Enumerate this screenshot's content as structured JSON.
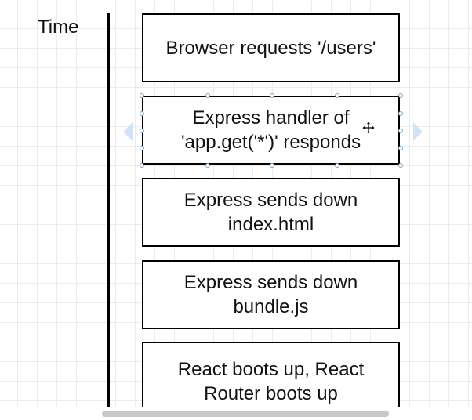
{
  "diagram": {
    "time_label": "Time",
    "steps": [
      {
        "text": "Browser requests '/users'"
      },
      {
        "text": "Express handler of\n'app.get('*')' responds"
      },
      {
        "text": "Express sends down\nindex.html"
      },
      {
        "text": "Express sends down\nbundle.js"
      },
      {
        "text": "React boots up, React\nRouter boots up"
      }
    ]
  },
  "colors": {
    "box_border": "#000000",
    "timeline": "#000000",
    "selection_handle": "#6fa8dc",
    "nudge_arrow": "#cfe4f7"
  },
  "icons": {
    "move": "move-cursor-icon",
    "nudge_left": "chevron-left-icon",
    "nudge_right": "chevron-right-icon"
  }
}
